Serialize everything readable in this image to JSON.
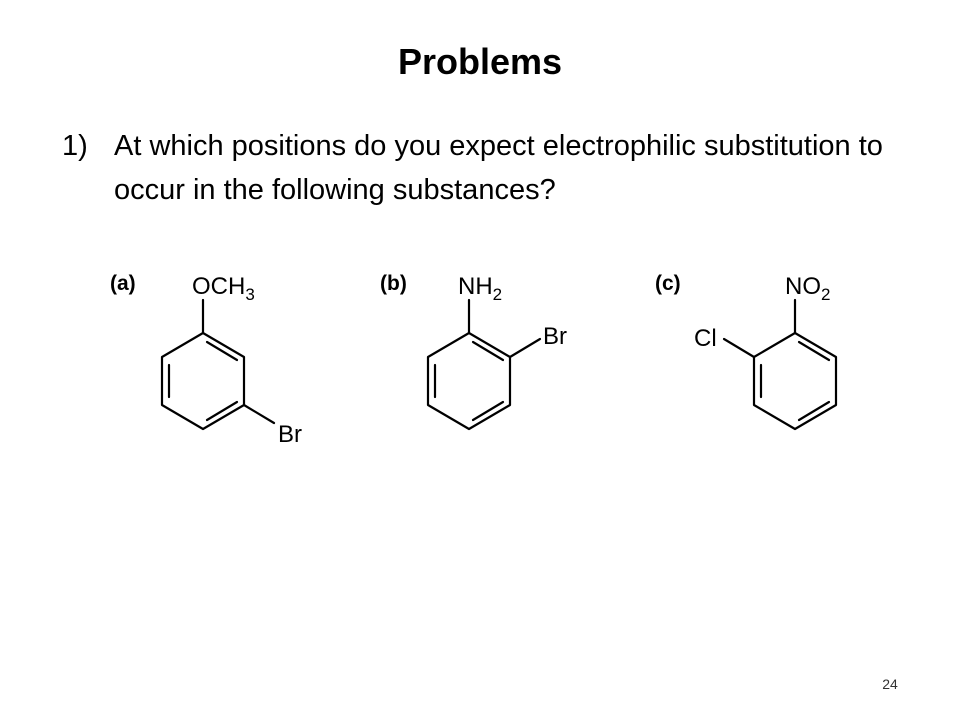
{
  "slide": {
    "title": "Problems",
    "page_number": "24"
  },
  "question": {
    "number": "1)",
    "text": "At which positions do you expect electrophilic substitution to occur in the following substances?"
  },
  "molecules": [
    {
      "label": "(a)",
      "top_group_main": "OCH",
      "top_group_sub": "3",
      "substituent": "Br"
    },
    {
      "label": "(b)",
      "top_group_main": "NH",
      "top_group_sub": "2",
      "substituent": "Br"
    },
    {
      "label": "(c)",
      "top_group_main": "NO",
      "top_group_sub": "2",
      "substituent": "Cl"
    }
  ]
}
